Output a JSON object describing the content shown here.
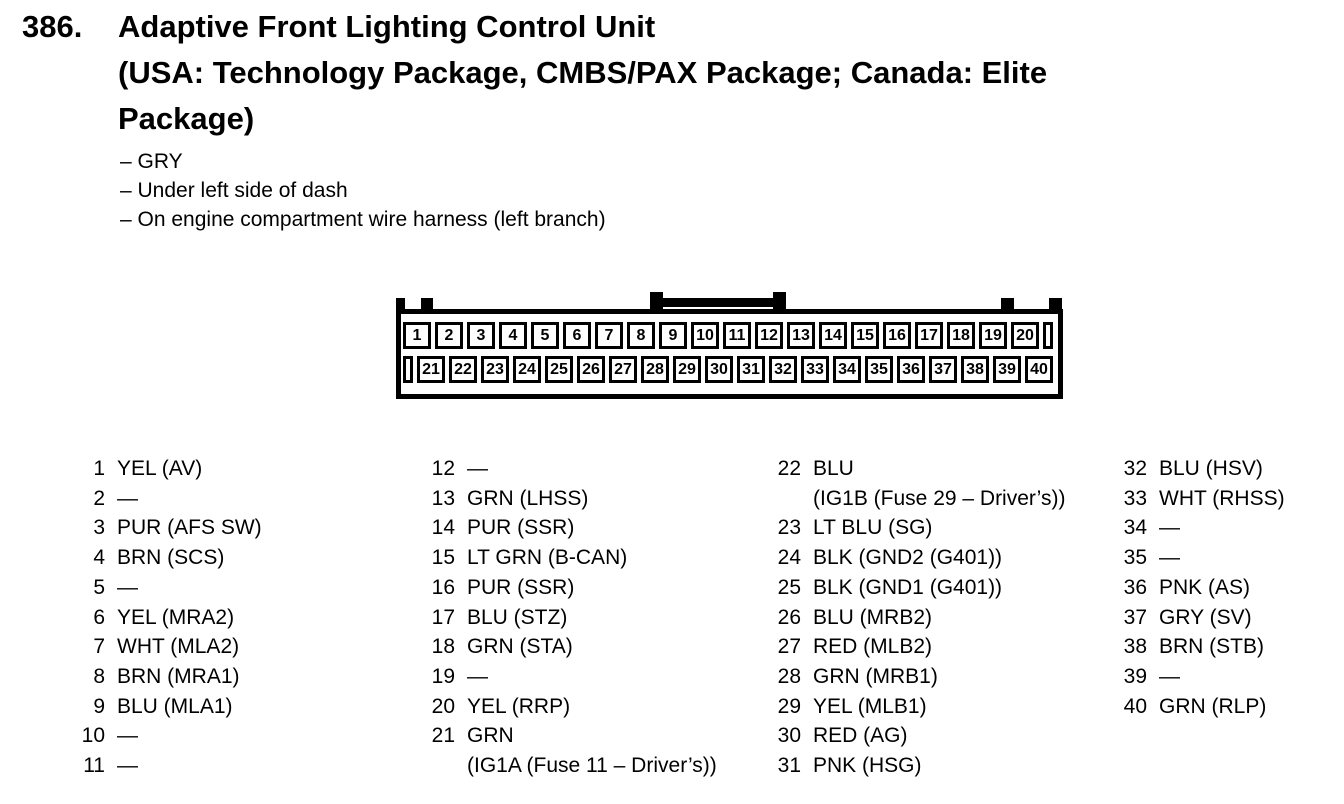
{
  "header": {
    "index_number": "386.",
    "title_lines": [
      "Adaptive Front Lighting Control Unit",
      "(USA: Technology Package, CMBS/PAX Package; Canada: Elite",
      "Package)"
    ],
    "bullet_prefix": "–",
    "bullets": [
      "GRY",
      "Under left side of dash",
      "On engine compartment wire harness (left branch)"
    ]
  },
  "connector": {
    "description": "40-pin connector, two rows",
    "top_row": [
      "1",
      "2",
      "3",
      "4",
      "5",
      "6",
      "7",
      "8",
      "9",
      "10",
      "11",
      "12",
      "13",
      "14",
      "15",
      "16",
      "17",
      "18",
      "19",
      "20"
    ],
    "bottom_row": [
      "21",
      "22",
      "23",
      "24",
      "25",
      "26",
      "27",
      "28",
      "29",
      "30",
      "31",
      "32",
      "33",
      "34",
      "35",
      "36",
      "37",
      "38",
      "39",
      "40"
    ]
  },
  "pin_table": {
    "columns": [
      {
        "rows": [
          {
            "n": "1",
            "t": "YEL (AV)"
          },
          {
            "n": "2",
            "t": "—"
          },
          {
            "n": "3",
            "t": "PUR (AFS SW)"
          },
          {
            "n": "4",
            "t": "BRN (SCS)"
          },
          {
            "n": "5",
            "t": "—"
          },
          {
            "n": "6",
            "t": "YEL (MRA2)"
          },
          {
            "n": "7",
            "t": "WHT (MLA2)"
          },
          {
            "n": "8",
            "t": "BRN (MRA1)"
          },
          {
            "n": "9",
            "t": "BLU (MLA1)"
          },
          {
            "n": "10",
            "t": "—"
          },
          {
            "n": "11",
            "t": "—"
          }
        ]
      },
      {
        "rows": [
          {
            "n": "12",
            "t": "—"
          },
          {
            "n": "13",
            "t": "GRN (LHSS)"
          },
          {
            "n": "14",
            "t": "PUR (SSR)"
          },
          {
            "n": "15",
            "t": "LT GRN (B-CAN)"
          },
          {
            "n": "16",
            "t": "PUR (SSR)"
          },
          {
            "n": "17",
            "t": "BLU (STZ)"
          },
          {
            "n": "18",
            "t": "GRN (STA)"
          },
          {
            "n": "19",
            "t": "—"
          },
          {
            "n": "20",
            "t": "YEL (RRP)"
          },
          {
            "n": "21",
            "t": "GRN",
            "cont": "(IG1A (Fuse 11 – Driver’s))"
          }
        ]
      },
      {
        "rows": [
          {
            "n": "22",
            "t": "BLU",
            "cont": "(IG1B (Fuse 29 – Driver’s))"
          },
          {
            "n": "23",
            "t": "LT BLU (SG)"
          },
          {
            "n": "24",
            "t": "BLK (GND2 (G401))"
          },
          {
            "n": "25",
            "t": "BLK (GND1 (G401))"
          },
          {
            "n": "26",
            "t": "BLU (MRB2)"
          },
          {
            "n": "27",
            "t": "RED (MLB2)"
          },
          {
            "n": "28",
            "t": "GRN (MRB1)"
          },
          {
            "n": "29",
            "t": "YEL (MLB1)"
          },
          {
            "n": "30",
            "t": "RED (AG)"
          },
          {
            "n": "31",
            "t": "PNK (HSG)"
          }
        ]
      },
      {
        "rows": [
          {
            "n": "32",
            "t": "BLU (HSV)"
          },
          {
            "n": "33",
            "t": "WHT (RHSS)"
          },
          {
            "n": "34",
            "t": "—"
          },
          {
            "n": "35",
            "t": "—"
          },
          {
            "n": "36",
            "t": "PNK (AS)"
          },
          {
            "n": "37",
            "t": "GRY (SV)"
          },
          {
            "n": "38",
            "t": "BRN (STB)"
          },
          {
            "n": "39",
            "t": "—"
          },
          {
            "n": "40",
            "t": "GRN (RLP)"
          }
        ]
      }
    ]
  },
  "colors": {
    "ink": "#000000",
    "paper": "#ffffff"
  }
}
